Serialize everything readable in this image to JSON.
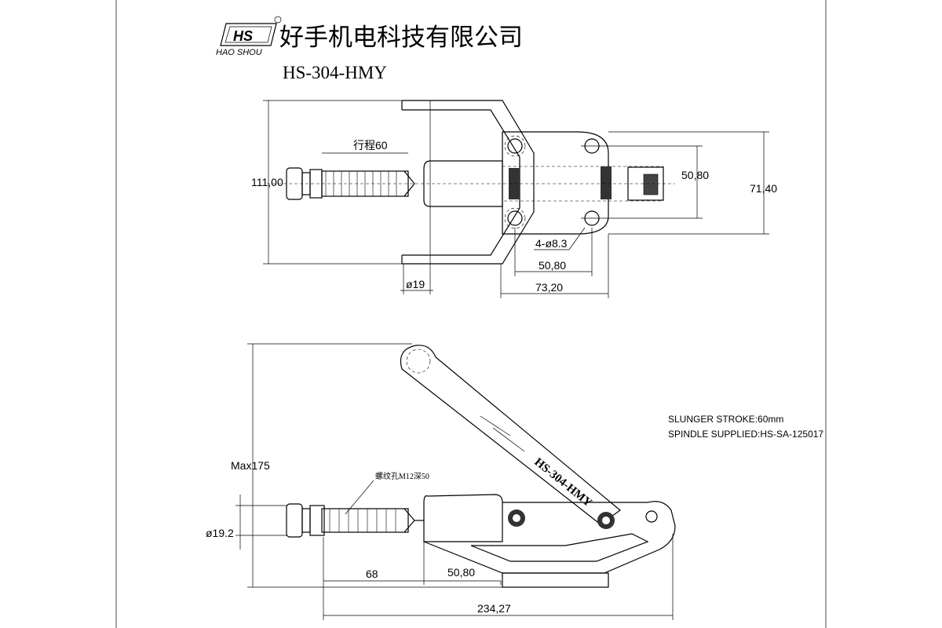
{
  "header": {
    "logo_text": "HS",
    "logo_sub": "HAO SHOU",
    "company_name": "好手机电科技有限公司",
    "model": "HS-304-HMY"
  },
  "top_view": {
    "stroke_label": "行程60",
    "height_overall": "111,00",
    "hole_spacing_v": "50,80",
    "base_height": "71,40",
    "holes": "4-ø8.3",
    "hole_spacing_h": "50,80",
    "base_width": "73,20",
    "rod_dia": "ø19"
  },
  "side_view": {
    "max_height": "Max175",
    "thread_note": "螺纹孔M12深50",
    "rod_dia": "ø19.2",
    "dim_68": "68",
    "dim_5080": "50,80",
    "overall_length": "234,27",
    "handle_marking": "HS-304-HMY"
  },
  "notes": {
    "line1": "SLUNGER STROKE:60mm",
    "line2": "SPINDLE SUPPLIED:HS-SA-125017"
  }
}
